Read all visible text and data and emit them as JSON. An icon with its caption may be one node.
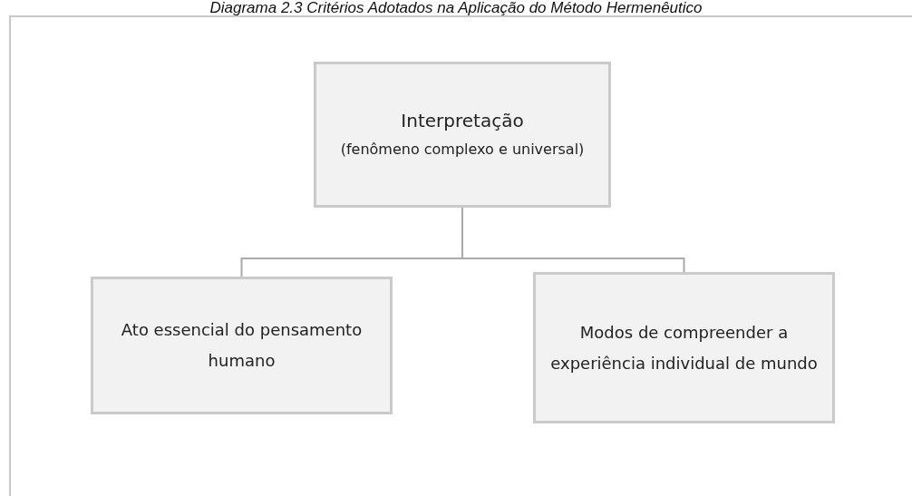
{
  "diagram": {
    "title": "Diagrama 2.3 Critérios Adotados na Aplicação do Método Hermenêutico",
    "nodes": [
      {
        "text": [
          "Interpretação",
          "(fenômeno complexo e universal)"
        ]
      },
      {
        "text": [
          "Ato essencial do pensamento humano"
        ]
      },
      {
        "text": [
          "Modos de compreender a experiência individual de mundo"
        ]
      }
    ],
    "edges": [
      {
        "from": 0,
        "to": 1,
        "arrow": "none"
      },
      {
        "from": 0,
        "to": 2,
        "arrow": "none"
      }
    ]
  }
}
